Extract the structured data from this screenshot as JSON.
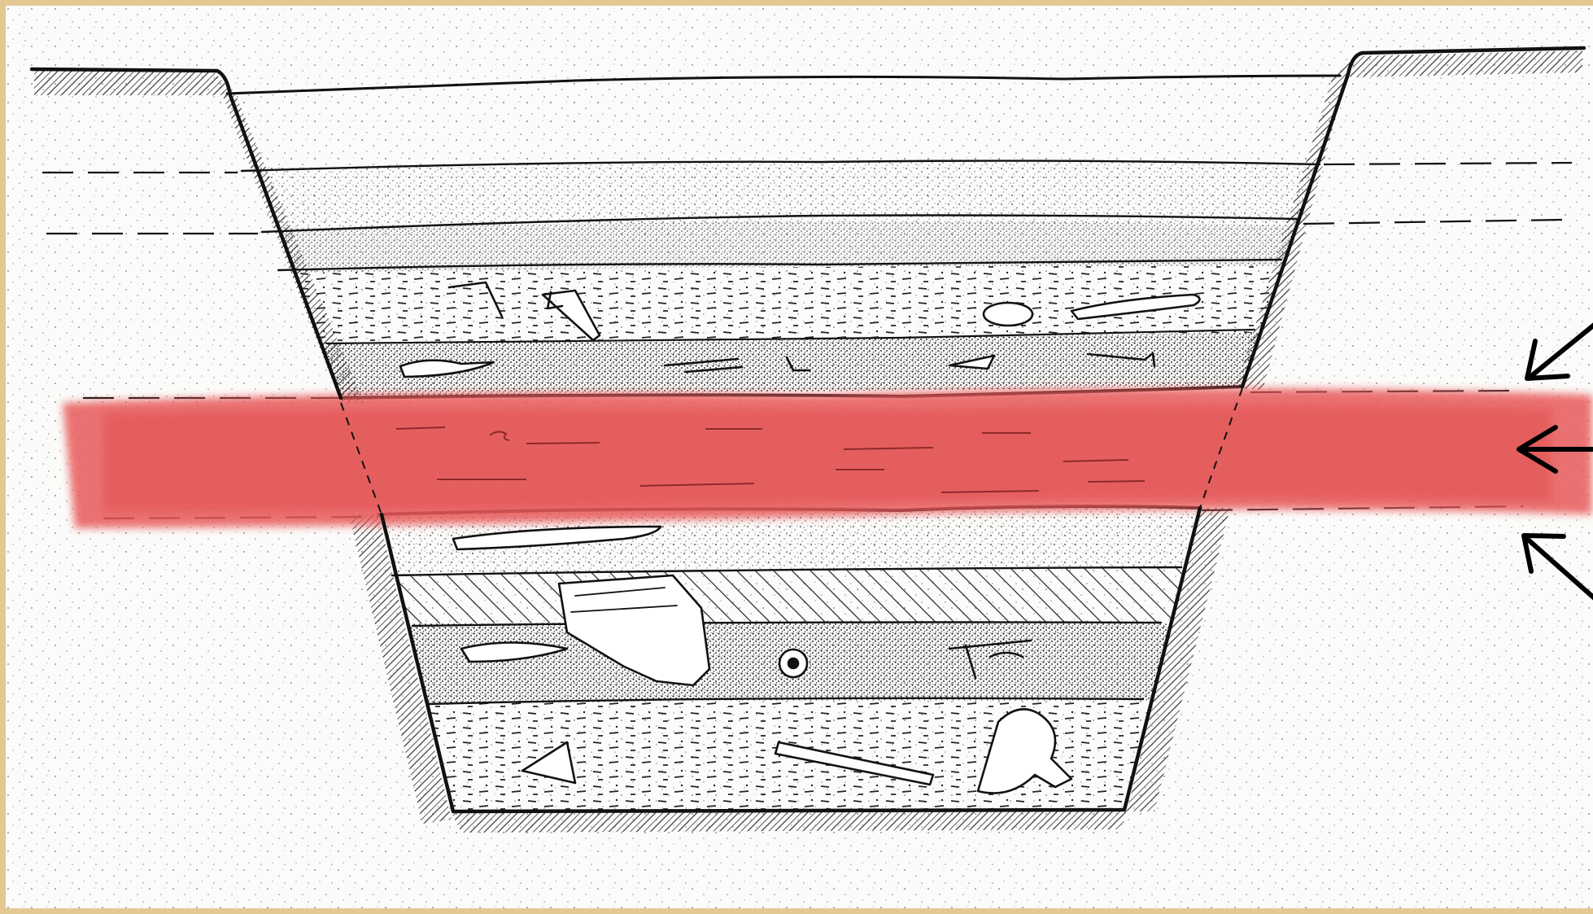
{
  "diagram": {
    "kind": "stratigraphic cross-section of an excavation pit",
    "layers_above_highlight": 5,
    "layers_below_highlight": 4,
    "highlight_color": "#e85a5a",
    "ink_color": "#111111",
    "paper_color": "#fbfbf9",
    "frame_color": "#e3c892",
    "pointer_arrows": 3,
    "artifact_icons": [
      "bone-fragment-icon",
      "pottery-sherd-icon",
      "stake-icon",
      "pebble-icon",
      "long-bone-icon",
      "small-bone-icon",
      "ring-bead-icon",
      "skull-fragment-icon",
      "pipe-icon",
      "arrowhead-icon",
      "rod-icon",
      "jug-icon"
    ]
  }
}
